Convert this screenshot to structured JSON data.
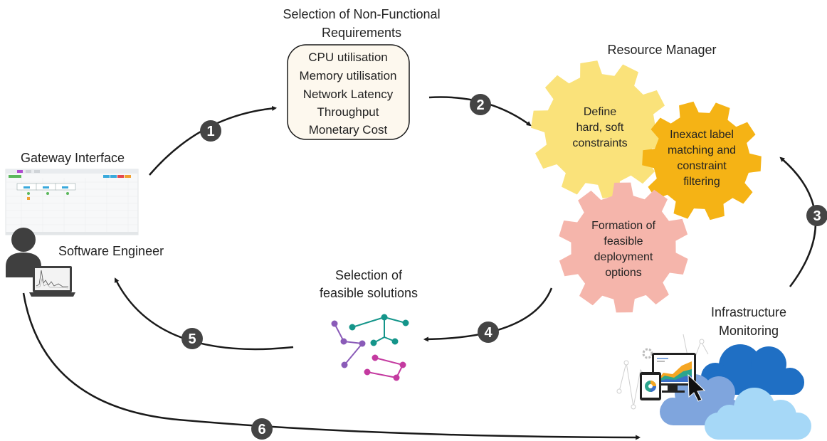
{
  "nfr": {
    "title_line1": "Selection of Non-Functional",
    "title_line2": "Requirements",
    "items": [
      "CPU utilisation",
      "Memory utilisation",
      "Network Latency",
      "Throughput",
      "Monetary Cost"
    ]
  },
  "resource_manager": {
    "title": "Resource Manager",
    "gear1": [
      "Define",
      "hard, soft",
      "constraints"
    ],
    "gear2": [
      "Inexact label",
      "matching and",
      "constraint",
      "filtering"
    ],
    "gear3": [
      "Formation of",
      "feasible",
      "deployment",
      "options"
    ]
  },
  "gateway": {
    "title": "Gateway Interface"
  },
  "engineer": {
    "label": "Software Engineer"
  },
  "solutions": {
    "title_line1": "Selection of",
    "title_line2": "feasible solutions"
  },
  "infra": {
    "title_line1": "Infrastructure",
    "title_line2": "Monitoring"
  },
  "steps": [
    "1",
    "2",
    "3",
    "4",
    "5",
    "6"
  ],
  "colors": {
    "gear_yellow": "#fae27a",
    "gear_orange": "#f5b315",
    "gear_pink": "#f5b5ab",
    "badge": "#444444",
    "cloud_dark": "#1f6fc4",
    "cloud_mid": "#7fa5dd",
    "cloud_light": "#a6d8f7",
    "graph_teal": "#14958a",
    "graph_purple": "#8a5bb8",
    "graph_magenta": "#c43aa0"
  }
}
